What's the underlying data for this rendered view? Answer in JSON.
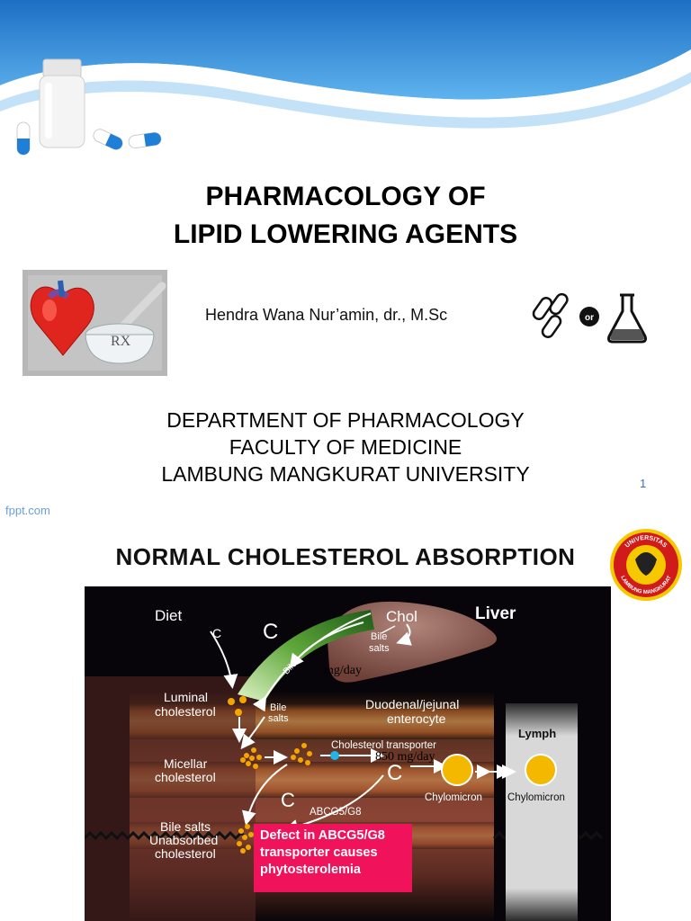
{
  "slide1": {
    "title_line1": "PHARMACOLOGY OF",
    "title_line2": "LIPID LOWERING AGENTS",
    "author": "Hendra Wana Nur’amin, dr., M.Sc",
    "or_badge": "or",
    "rx_symbol": "RX",
    "dept_line1": "DEPARTMENT OF PHARMACOLOGY",
    "dept_line2": "FACULTY OF MEDICINE",
    "dept_line3": "LAMBUNG MANGKURAT UNIVERSITY",
    "page_number": "1",
    "watermark": "fppt.com",
    "colors": {
      "banner_blue": "#2a8fd9",
      "capsule_blue": "#1f7fd6"
    },
    "icons": [
      "pill-bottle-icon",
      "capsule-icon",
      "heart-mortar-rx-icon",
      "tablets-icon",
      "flask-icon"
    ]
  },
  "slide2": {
    "title": "NORMAL CHOLESTEROL ABSORPTION",
    "logo_text": "UNIVERSITAS LAMBUNG MANGKURAT",
    "diagram": {
      "diet": "Diet",
      "c_small": "C",
      "c_large": "C",
      "bile_arc": "Bile",
      "chol": "Chol",
      "bile_salts_liver_1": "Bile",
      "bile_salts_liver_2": "salts",
      "liver": "Liver",
      "mg_day_top": "mg/day",
      "luminal_1": "Luminal",
      "luminal_2": "cholesterol",
      "bile_salts_lumen_1": "Bile",
      "bile_salts_lumen_2": "salts",
      "duodenal_1": "Duodenal/jejunal",
      "duodenal_2": "enterocyte",
      "lymph": "Lymph",
      "micellar_1": "Micellar",
      "micellar_2": "cholesterol",
      "transporter": "Cholesterol transporter",
      "mg_day_transporter": "850 mg/day",
      "c_enterocyte": "C",
      "chylomicron_1": "Chylomicron",
      "chylomicron_2": "Chylomicron",
      "c_efflux": "C",
      "abcg": "ABCG5/G8",
      "unabsorbed_1": "Bile salts",
      "unabsorbed_2": "Unabsorbed",
      "unabsorbed_3": "cholesterol"
    },
    "callout_line1": "Defect in ABCG5/G8",
    "callout_line2": "transporter causes",
    "callout_line3": "phytosterolemia",
    "colors": {
      "callout": "#f0125a",
      "particle": "#f5a500",
      "chylomicron": "#f5b800"
    }
  }
}
